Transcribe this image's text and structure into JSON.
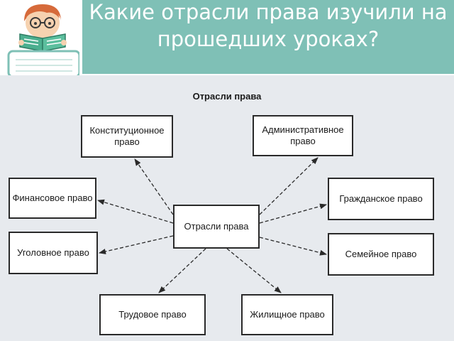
{
  "slide": {
    "title": "Какие отрасли права изучили на прошедших уроках?",
    "accent_color": "#7fc0b6"
  },
  "mascot": {
    "icon": "boy-reading-book-icon"
  },
  "diagram": {
    "title": "Отрасли права",
    "center": {
      "label": "Отрасли права"
    },
    "branches": [
      {
        "key": "constitutional",
        "label": "Конституционное право"
      },
      {
        "key": "administrative",
        "label": "Административное право"
      },
      {
        "key": "financial",
        "label": "Финансовое право"
      },
      {
        "key": "civil",
        "label": "Гражданское право"
      },
      {
        "key": "criminal",
        "label": "Уголовное право"
      },
      {
        "key": "family",
        "label": "Семейное право"
      },
      {
        "key": "labor",
        "label": "Трудовое право"
      },
      {
        "key": "housing",
        "label": "Жилищное право"
      }
    ]
  }
}
